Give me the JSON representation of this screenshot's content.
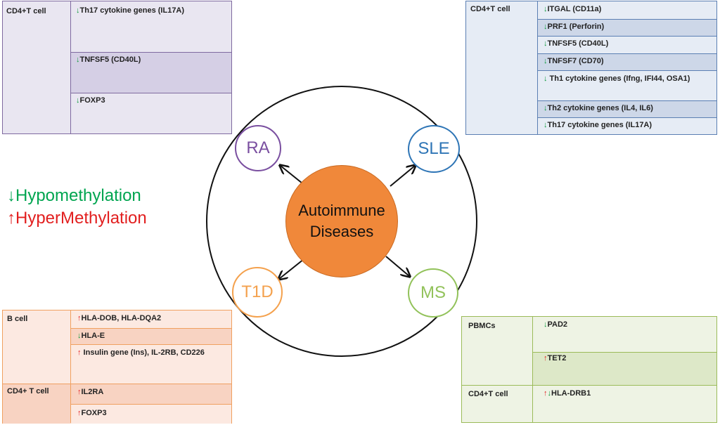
{
  "center": {
    "line1": "Autoimmune",
    "line2": "Diseases"
  },
  "diseases": {
    "ra": "RA",
    "sle": "SLE",
    "t1d": "T1D",
    "ms": "MS"
  },
  "legend": {
    "hypo_arrow": "↓",
    "hypo_label": "Hypomethylation",
    "hyper_arrow": "↑",
    "hyper_label": "HyperMethylation"
  },
  "ra_panel": {
    "cell": "CD4+T cell",
    "genes": [
      {
        "arrow": "↓",
        "dir": "down",
        "text": "Th17 cytokine genes (IL17A)"
      },
      {
        "arrow": "↓",
        "dir": "down",
        "text": "TNFSF5 (CD40L)"
      },
      {
        "arrow": "↓",
        "dir": "down",
        "text": "FOXP3"
      }
    ]
  },
  "sle_panel": {
    "cell": "CD4+T cell",
    "genes": [
      {
        "arrow": "↓",
        "dir": "down",
        "text": "ITGAL (CD11a)"
      },
      {
        "arrow": "↓",
        "dir": "down",
        "text": "PRF1 (Perforin)"
      },
      {
        "arrow": "↓",
        "dir": "down",
        "text": "TNFSF5 (CD40L)"
      },
      {
        "arrow": "↓",
        "dir": "down",
        "text": "TNFSF7 (CD70)"
      },
      {
        "arrow": "↓",
        "dir": "down",
        "text": " Th1 cytokine genes (Ifng, IFI44, OSA1)"
      },
      {
        "arrow": "↓",
        "dir": "down",
        "text": "Th2 cytokine genes (IL4, IL6)"
      },
      {
        "arrow": "↓",
        "dir": "down",
        "text": "Th17 cytokine genes (IL17A)"
      }
    ]
  },
  "t1d_panel": {
    "cell1": "B cell",
    "cell2": "CD4+ T cell",
    "genes": [
      {
        "arrow": "↑",
        "dir": "up",
        "text": "HLA-DOB, HLA-DQA2"
      },
      {
        "arrow": "↓",
        "dir": "down",
        "text": "HLA-E"
      },
      {
        "arrow": "↑",
        "dir": "up",
        "text": " Insulin gene (Ins), IL-2RB, CD226"
      },
      {
        "arrow": "↑",
        "dir": "up",
        "text": "IL2RA"
      },
      {
        "arrow": "↑",
        "dir": "up",
        "text": "FOXP3"
      }
    ]
  },
  "ms_panel": {
    "cell1": "PBMCs",
    "cell2": "CD4+T cell",
    "genes": [
      {
        "arrow": "↓",
        "dir": "down",
        "text": "PAD2"
      },
      {
        "arrow": "↑",
        "dir": "up",
        "text": "TET2"
      },
      {
        "arrow_up": "↑",
        "arrow_down": "↓",
        "text": "HLA-DRB1"
      }
    ]
  },
  "colors": {
    "ra": "#7a4fa0",
    "sle": "#2e75b6",
    "t1d": "#f4a14d",
    "ms": "#92c25a",
    "center_fill": "#f0883a",
    "hypo": "#00a550",
    "hyper": "#e21f1f"
  }
}
